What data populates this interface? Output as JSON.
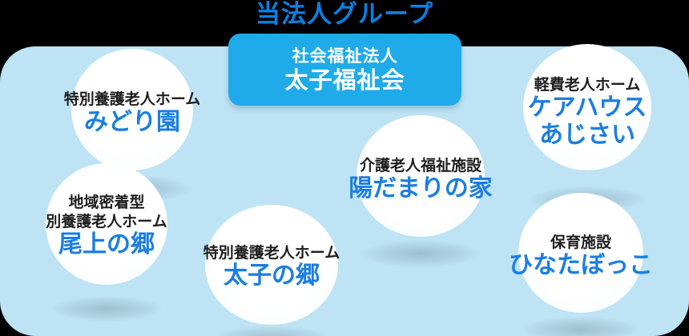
{
  "title": "当法人グループ",
  "organization": {
    "kind": "社会福祉法人",
    "name": "太子福祉会"
  },
  "colors": {
    "title_blue": "#0a80e2",
    "panel_blue": "#bde3f5",
    "card_blue": "#1fabe9",
    "name_blue": "#1a7ee2",
    "kind_black": "#1e1e1e",
    "bubble_white": "#ffffff"
  },
  "facilities": [
    {
      "kind": "特別養護老人ホーム",
      "name": "みどり園"
    },
    {
      "kind_line1": "地域密着型",
      "kind_line2": "別養護老人ホーム",
      "name": "尾上の郷"
    },
    {
      "kind": "特別養護老人ホーム",
      "name": "太子の郷"
    },
    {
      "kind": "介護老人福祉施設",
      "name": "陽だまりの家"
    },
    {
      "kind": "軽費老人ホーム",
      "name_line1": "ケアハウス",
      "name_line2": "あじさい"
    },
    {
      "kind": "保育施設",
      "name": "ひなたぼっこ"
    }
  ]
}
